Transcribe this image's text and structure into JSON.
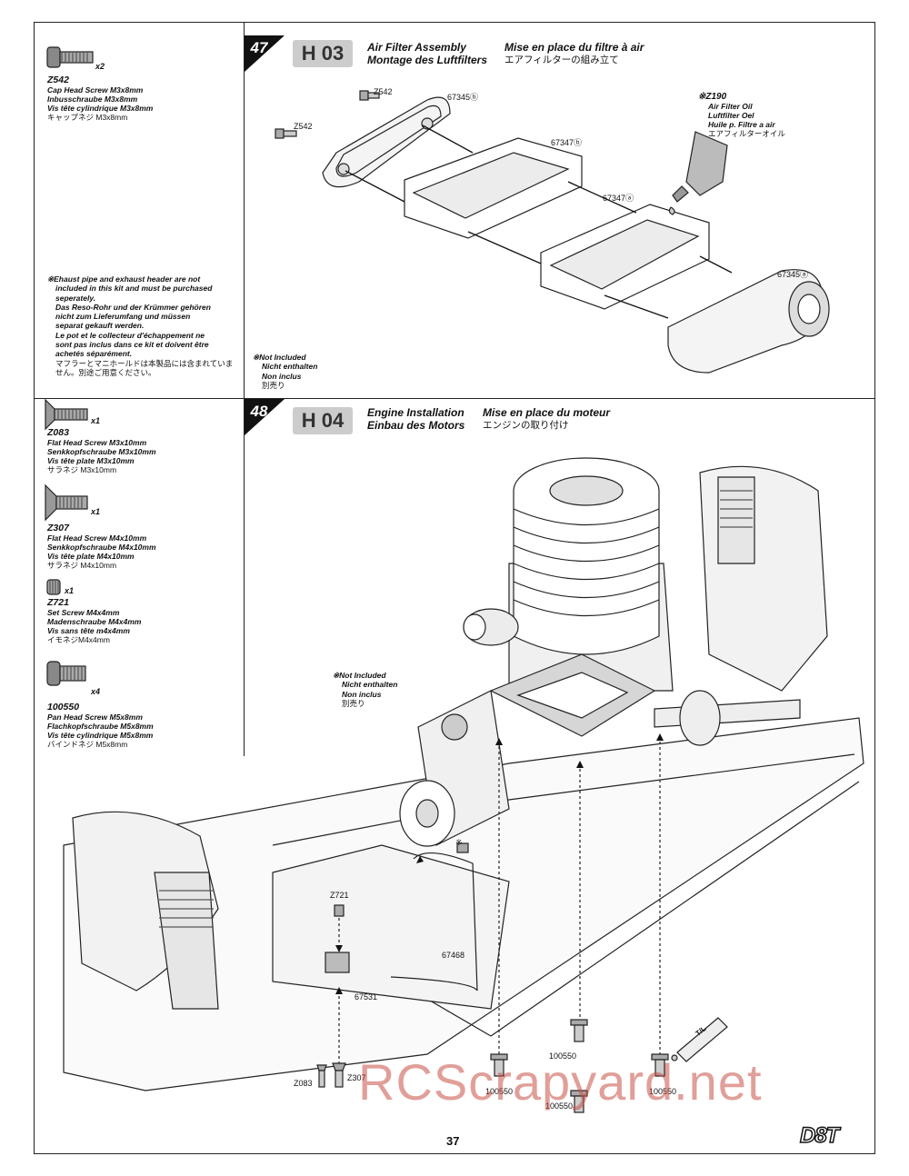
{
  "parts": [
    {
      "code": "Z542",
      "qty": "x2",
      "en": "Cap Head Screw M3x8mm",
      "de": "Inbusschraube M3x8mm",
      "fr": "Vis tête cylindrique M3x8mm",
      "jp": "キャップネジ M3x8mm"
    },
    {
      "code": "Z083",
      "qty": "x1",
      "en": "Flat Head Screw M3x10mm",
      "de": "Senkkopfschraube M3x10mm",
      "fr": "Vis tête plate M3x10mm",
      "jp": "サラネジ M3x10mm"
    },
    {
      "code": "Z307",
      "qty": "x1",
      "en": "Flat Head Screw M4x10mm",
      "de": "Senkkopfschraube M4x10mm",
      "fr": "Vis tête plate M4x10mm",
      "jp": "サラネジ M4x10mm"
    },
    {
      "code": "Z721",
      "qty": "x1",
      "en": "Set Screw M4x4mm",
      "de": "Madenschraube M4x4mm",
      "fr": "Vis sans tête m4x4mm",
      "jp": "イモネジM4x4mm"
    },
    {
      "code": "100550",
      "qty": "x4",
      "en": "Pan Head Screw M5x8mm",
      "de": "Flachkopfschraube M5x8mm",
      "fr": "Vis tête cylindrique M5x8mm",
      "jp": "バインドネジ M5x8mm"
    }
  ],
  "exhaust_note": {
    "en1": "※Ehaust pipe and exhaust header are not",
    "en2": "included in this kit and must be purchased",
    "en3": "seperately.",
    "de1": "Das Reso-Rohr und der Krümmer gehören",
    "de2": "nicht zum Lieferumfang und müssen",
    "de3": "separat gekauft werden.",
    "fr1": "Le pot et le collecteur d'échappement ne",
    "fr2": "sont pas inclus dans ce kit et doivent être",
    "fr3": "achetés séparément.",
    "jp1": "マフラーとマニホールドは本製品には含まれていま",
    "jp2": "せん。別途ご用意ください。"
  },
  "not_included": {
    "en": "※Not Included",
    "de": "Nicht enthalten",
    "fr": "Non inclus",
    "jp": "別売り"
  },
  "step47": {
    "number": "47",
    "code": "H 03",
    "title_en": "Air Filter Assembly",
    "title_de": "Montage des Luftfilters",
    "title_fr": "Mise en place du filtre à air",
    "title_jp": "エアフィルターの組み立て",
    "labels": {
      "z542a": "Z542",
      "z542b": "Z542",
      "p1": "67345ⓑ",
      "p2": "67347ⓑ",
      "p3": "67347ⓐ",
      "p4": "67345ⓐ"
    },
    "oil": {
      "code": "※Z190",
      "en": "Air Filter Oil",
      "de": "Luftfilter Oel",
      "fr": "Huile p. Filtre a air",
      "jp": "エアフィルターオイル"
    }
  },
  "step48": {
    "number": "48",
    "code": "H 04",
    "title_en": "Engine Installation",
    "title_de": "Einbau des Motors",
    "title_fr": "Mise en place du moteur",
    "title_jp": "エンジンの取り付け",
    "labels": {
      "z721": "Z721",
      "p67468": "67468",
      "p67531": "67531",
      "z083": "Z083",
      "z307": "Z307",
      "s1": "100550",
      "s2": "100550",
      "s3": "100550",
      "s4": "100550",
      "mark": "※",
      "tl": "T/L"
    }
  },
  "page_number": "37",
  "logo": "D8T",
  "watermark": "RCScrapyard.net"
}
